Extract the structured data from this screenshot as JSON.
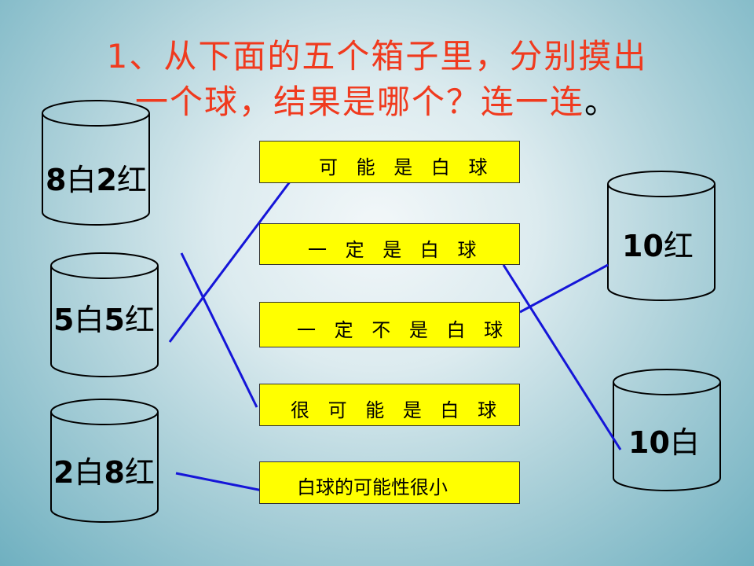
{
  "title": {
    "line1": "1、从下面的五个箱子里，分别摸出",
    "line2_main": "一个球，结果是哪个？连一连",
    "line2_tail": "。"
  },
  "jars": [
    {
      "count1": "8",
      "color1": "白",
      "count2": "2",
      "color2": "红"
    },
    {
      "count1": "5",
      "color1": "白",
      "count2": "5",
      "color2": "红"
    },
    {
      "count1": "2",
      "color1": "白",
      "count2": "8",
      "color2": "红"
    },
    {
      "count1": "10",
      "color1": "红"
    },
    {
      "count1": "10",
      "color1": "白"
    }
  ],
  "options": [
    "可 能 是 白 球",
    "一 定 是 白 球",
    "一 定 不 是 白 球",
    "很 可 能 是 白 球",
    "白球的可能性很小"
  ],
  "colors": {
    "title": "#f03a1e",
    "box": "#ffff00",
    "line": "#1515d8"
  }
}
